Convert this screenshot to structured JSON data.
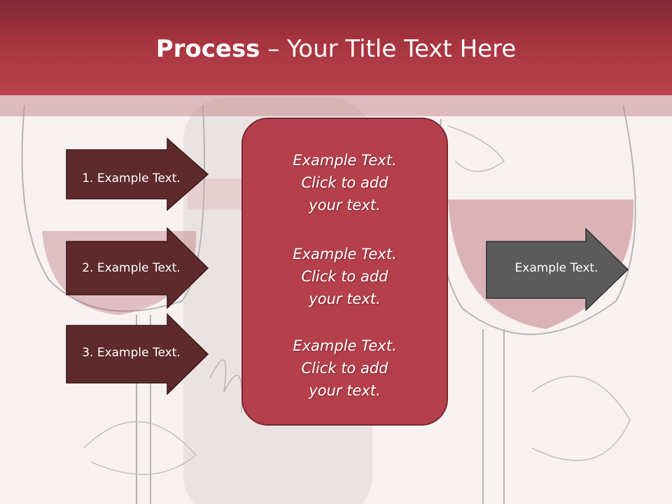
{
  "title": {
    "bold": "Process",
    "rest": " – Your Title Text Here"
  },
  "left_arrows": [
    {
      "label": "1. Example Text."
    },
    {
      "label": "2. Example Text."
    },
    {
      "label": "3. Example Text."
    }
  ],
  "center_box": {
    "paragraphs": [
      {
        "line1": "Example Text.",
        "line2": "Click  to add",
        "line3": "your text."
      },
      {
        "line1": "Example Text.",
        "line2": "Click  to add",
        "line3": "your text."
      },
      {
        "line1": "Example Text.",
        "line2": "Click  to add",
        "line3": "your text."
      }
    ]
  },
  "right_arrow": {
    "label": "Example Text."
  },
  "colors": {
    "title_band": "#a8343f",
    "left_arrow_fill": "#5e2a2c",
    "center_box_fill": "#b5404b",
    "right_arrow_fill": "#5b5b5b"
  }
}
